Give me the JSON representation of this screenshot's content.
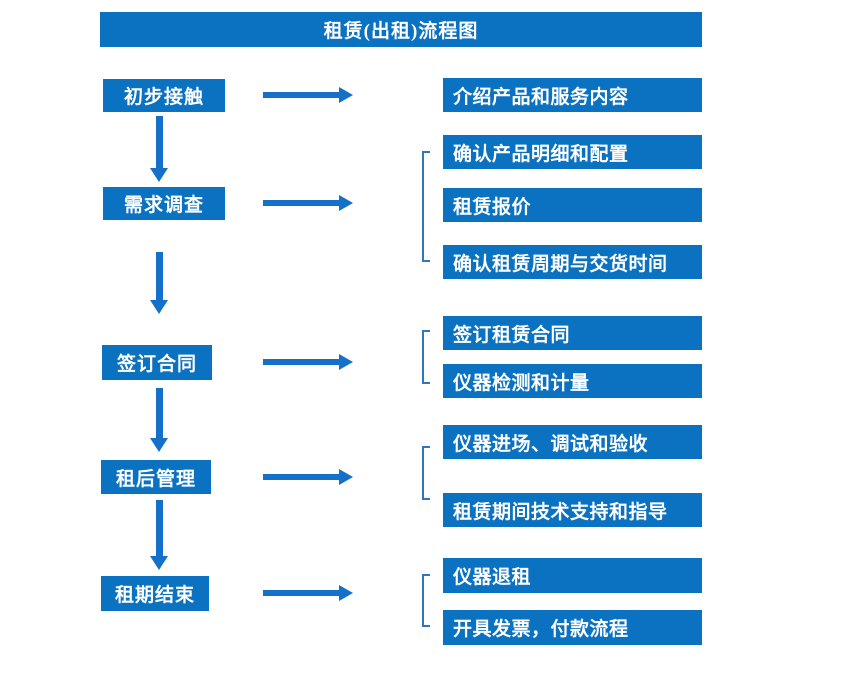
{
  "title": "租赁(出租)流程图",
  "colors": {
    "box_blue": "#0b71c1",
    "arrow_blue": "#1470c8",
    "bracket_blue": "#2e77be",
    "text_white": "#ffffff",
    "background": "#ffffff"
  },
  "stages": [
    {
      "step": "初步接触",
      "outputs": [
        "介绍产品和服务内容"
      ]
    },
    {
      "step": "需求调查",
      "outputs": [
        "确认产品明细和配置",
        "租赁报价",
        "确认租赁周期与交货时间"
      ]
    },
    {
      "step": "签订合同",
      "outputs": [
        "签订租赁合同",
        "仪器检测和计量"
      ]
    },
    {
      "step": "租后管理",
      "outputs": [
        "仪器进场、调试和验收",
        "租赁期间技术支持和指导"
      ]
    },
    {
      "step": "租期结束",
      "outputs": [
        "仪器退租",
        "开具发票，付款流程"
      ]
    }
  ]
}
